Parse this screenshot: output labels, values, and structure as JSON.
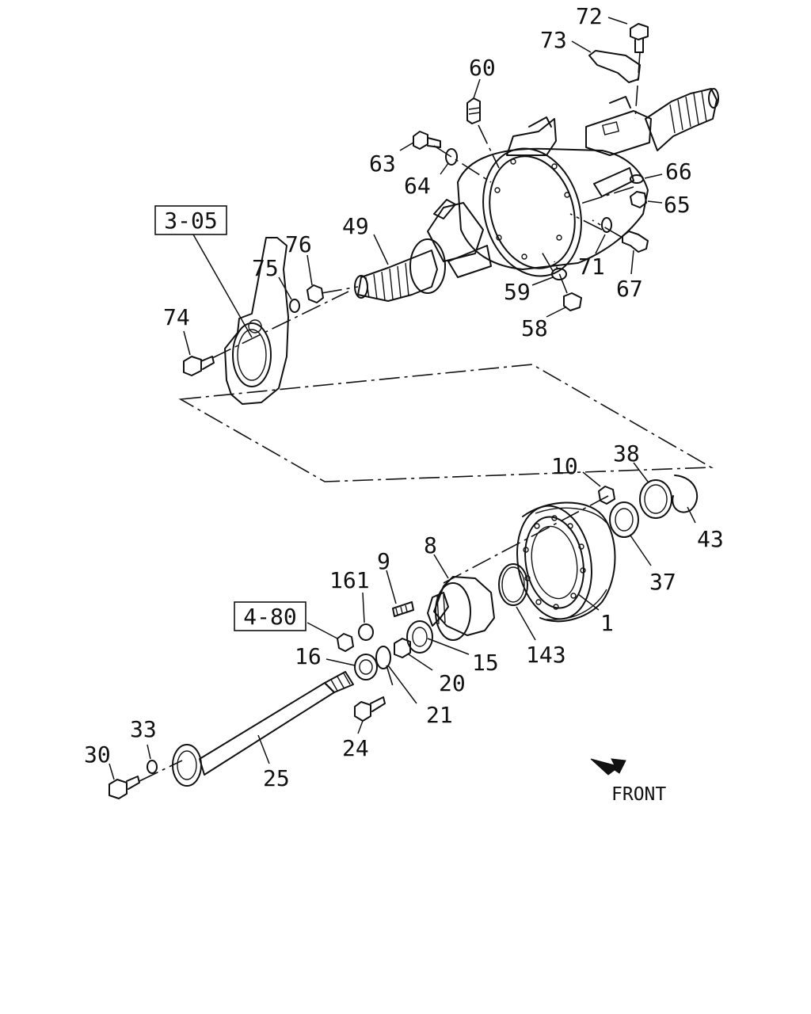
{
  "diagram": {
    "reference_boxes": [
      "3-05",
      "4-80"
    ],
    "part_numbers": [
      "72",
      "73",
      "60",
      "63",
      "64",
      "66",
      "65",
      "76",
      "75",
      "49",
      "71",
      "67",
      "59",
      "74",
      "58",
      "10",
      "38",
      "43",
      "8",
      "37",
      "9",
      "161",
      "1",
      "15",
      "143",
      "20",
      "16",
      "21",
      "24",
      "33",
      "30",
      "25"
    ],
    "front_label": "FRONT"
  }
}
